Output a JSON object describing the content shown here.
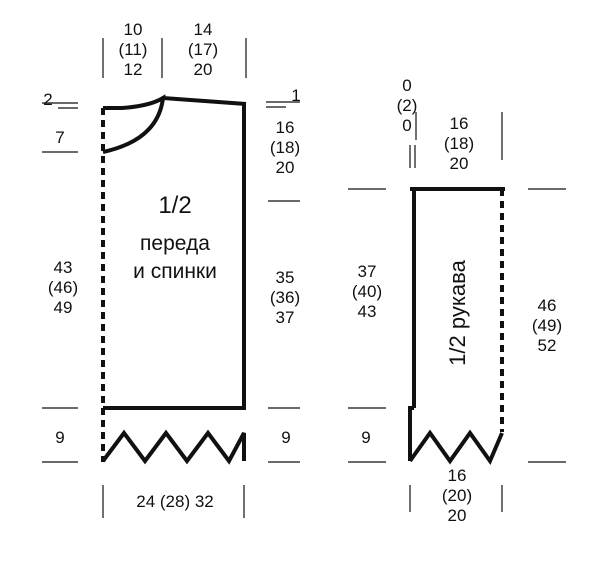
{
  "body_piece": {
    "title_line1": "1/2",
    "title_line2": "переда",
    "title_line3": "и спинки",
    "top_left_width": [
      "10",
      "(11)",
      "12"
    ],
    "top_right_width": [
      "14",
      "(17)",
      "20"
    ],
    "neck_depth_small": "2",
    "neck_depth": "7",
    "shoulder_drop": "1",
    "armhole": [
      "16",
      "(18)",
      "20"
    ],
    "total_length": [
      "43",
      "(46)",
      "49"
    ],
    "side_length": [
      "35",
      "(36)",
      "37"
    ],
    "hem_left": "9",
    "hem_right": "9",
    "bottom_width": "24 (28) 32"
  },
  "sleeve_piece": {
    "title": "1/2 рукава",
    "cap_increase": [
      "0",
      "(2)",
      "0"
    ],
    "top_width": [
      "16",
      "(18)",
      "20"
    ],
    "left_length": [
      "37",
      "(40)",
      "43"
    ],
    "right_length": [
      "46",
      "(49)",
      "52"
    ],
    "cuff": "9",
    "bottom_width": [
      "16",
      "(20)",
      "20"
    ]
  }
}
